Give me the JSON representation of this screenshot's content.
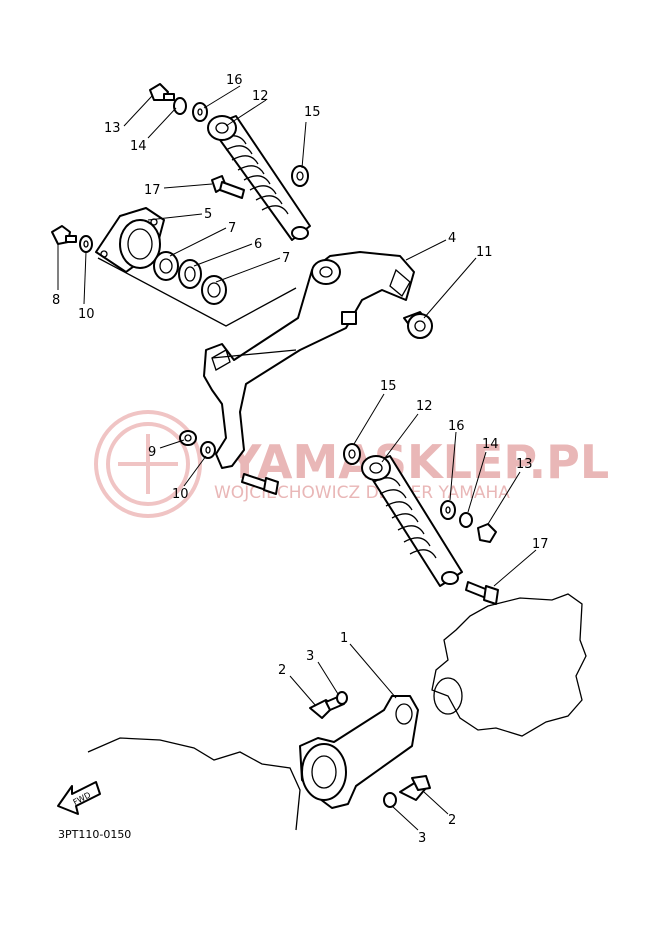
{
  "diagram_code": "3PT110-0150",
  "fwd_label": "FWD",
  "watermark": {
    "name": "YAMASKLEP.PL",
    "tagline": "WOJCIECHOWICZ DEALER YAMAHA"
  },
  "callouts": {
    "c1": "1",
    "c2a": "2",
    "c2b": "2",
    "c3a": "3",
    "c3b": "3",
    "c4": "4",
    "c5": "5",
    "c6": "6",
    "c7a": "7",
    "c7b": "7",
    "c8": "8",
    "c9": "9",
    "c10a": "10",
    "c10b": "10",
    "c11": "11",
    "c12a": "12",
    "c12b": "12",
    "c13a": "13",
    "c13b": "13",
    "c14a": "14",
    "c14b": "14",
    "c15a": "15",
    "c15b": "15",
    "c16a": "16",
    "c16b": "16",
    "c17a": "17",
    "c17b": "17"
  },
  "colors": {
    "line": "#000000",
    "watermark": "#e9b7b7"
  }
}
